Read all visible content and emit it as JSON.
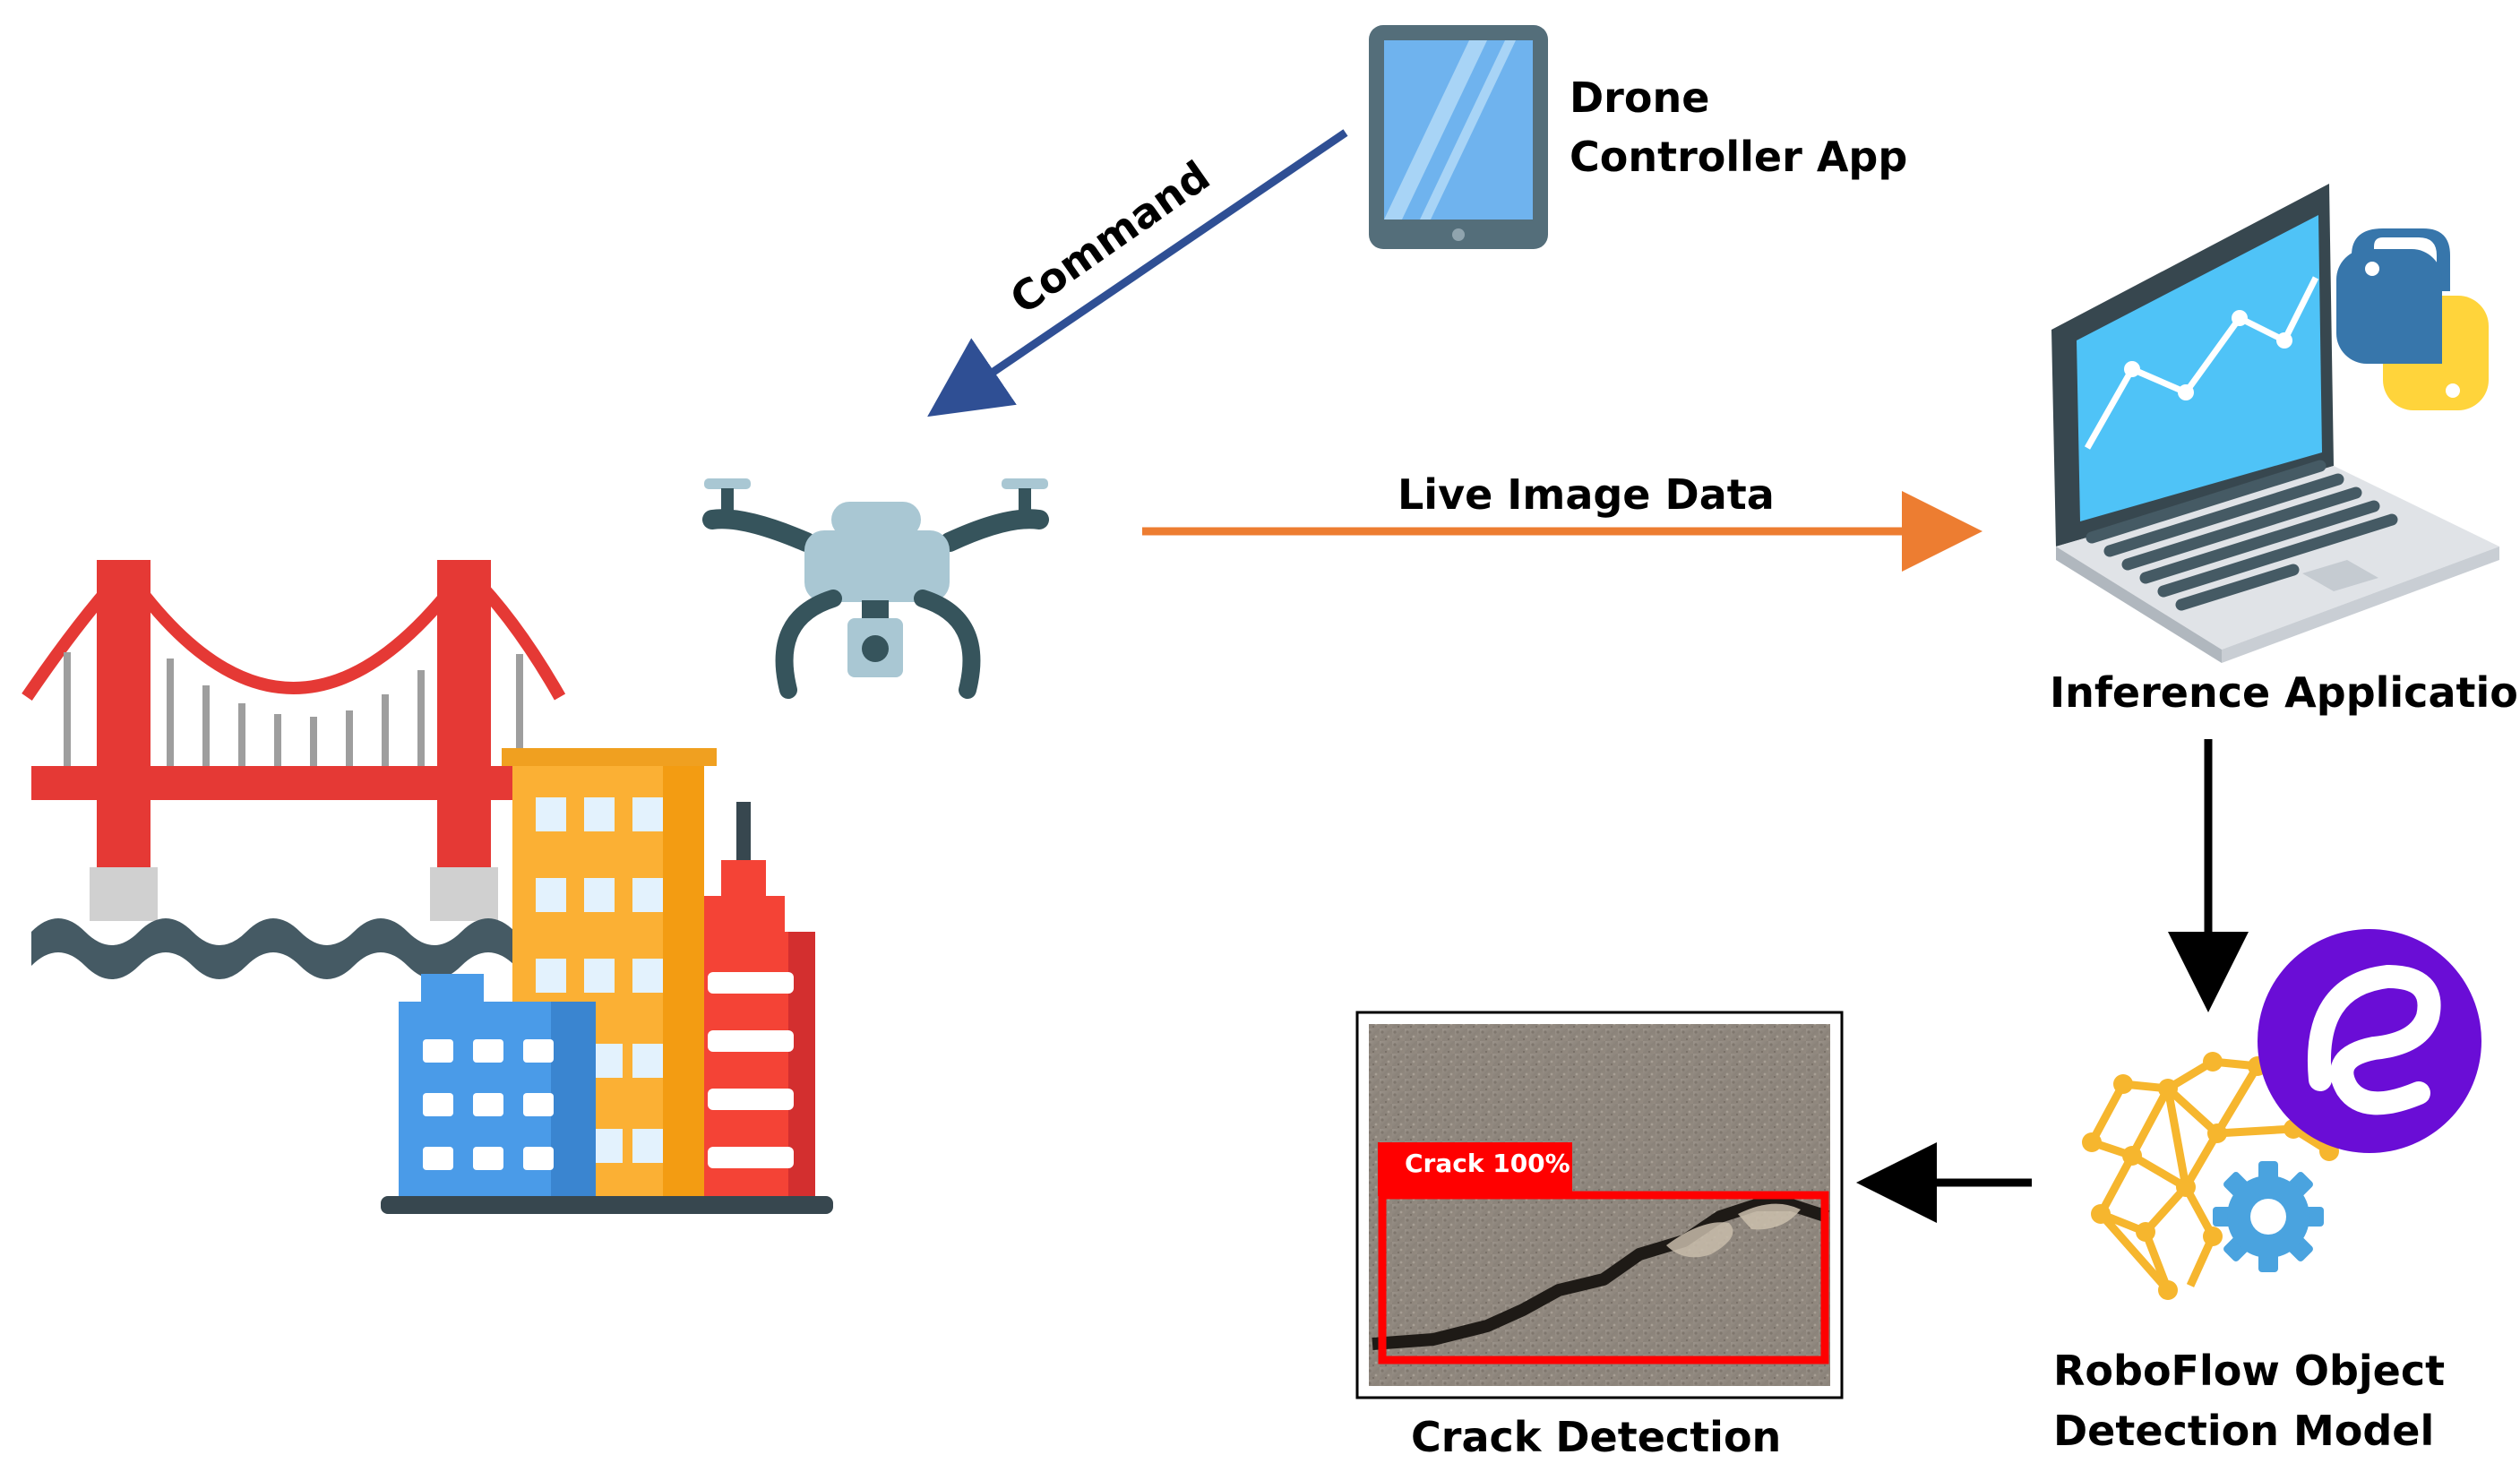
{
  "labels": {
    "drone_app_line1": "Drone",
    "drone_app_line2": "Controller App",
    "command": "Command",
    "live_image": "Live Image Data",
    "inference": "Inference Application",
    "roboflow_line1": "RoboFlow Object",
    "roboflow_line2": "Detection Model",
    "crack_detection": "Crack Detection",
    "crack_box": "Crack 100%"
  },
  "nodes": [
    {
      "id": "infrastructure",
      "icon": "bridge-and-buildings-icon"
    },
    {
      "id": "drone",
      "icon": "drone-icon"
    },
    {
      "id": "controller",
      "icon": "tablet-icon"
    },
    {
      "id": "inference",
      "icon": "laptop-python-icon"
    },
    {
      "id": "model",
      "icon": "ai-brain-gear-icon"
    },
    {
      "id": "result",
      "icon": "crack-photo-icon"
    }
  ],
  "edges": [
    {
      "from": "controller",
      "to": "drone",
      "label": "Command",
      "color": "#2f4f94"
    },
    {
      "from": "drone",
      "to": "inference",
      "label": "Live Image Data",
      "color": "#ed7d31"
    },
    {
      "from": "inference",
      "to": "model",
      "label": "",
      "color": "#000000"
    },
    {
      "from": "model",
      "to": "result",
      "label": "",
      "color": "#000000"
    }
  ],
  "colors": {
    "bridge": "#e53935",
    "water": "#455a64",
    "building_yellow": "#fbb034",
    "building_blue": "#4a9be8",
    "building_red": "#f44336",
    "drone_body": "#a9c7d3",
    "drone_arm": "#36545c",
    "tablet_screen": "#6fb3ee",
    "python_blue": "#3776ab",
    "python_yellow": "#ffd43b",
    "roboflow_purple": "#6a0dd6",
    "brain_gold": "#f6b62e",
    "gear_blue": "#4aa3df",
    "detection_red": "#ff0000"
  }
}
